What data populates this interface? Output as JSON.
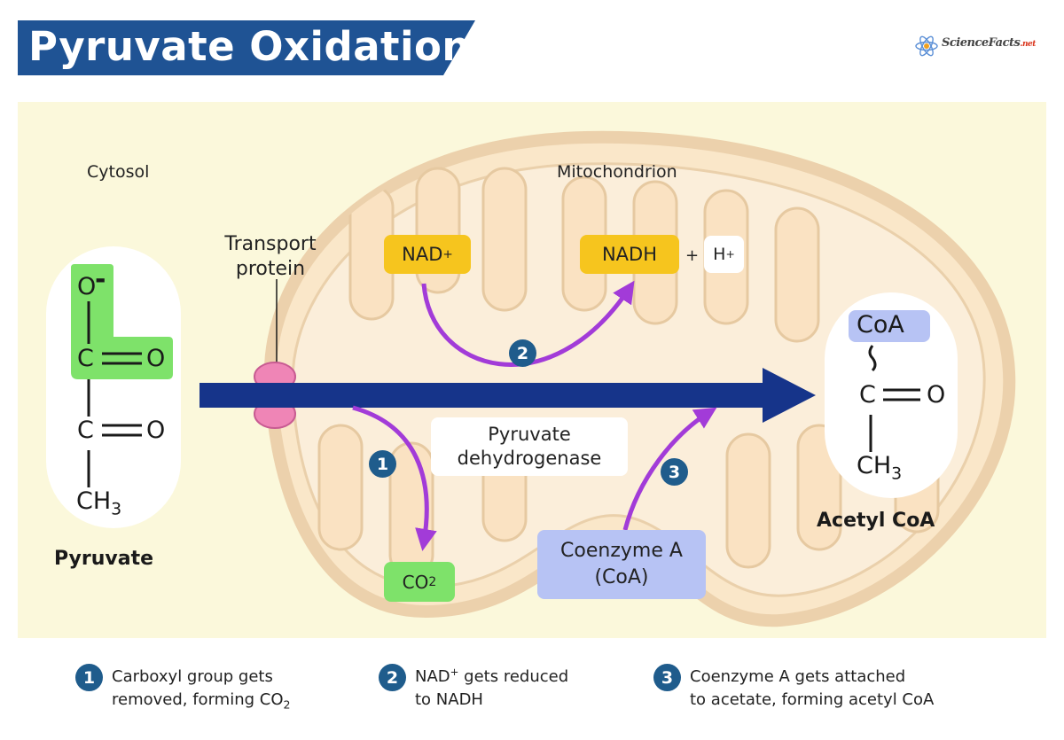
{
  "title": "Pyruvate Oxidation",
  "logo": {
    "name": "ScienceFacts",
    "suffix": ".net",
    "icon": "atom-icon"
  },
  "colors": {
    "title_banner": "#1f5394",
    "panel_bg": "#fbf8db",
    "mitochondrion_fill": "#fae7c9",
    "arrow_main": "#16348a",
    "reaction_arrows": "#a23bd8",
    "badge": "#1f5c8c",
    "transport_protein": "#ef85b6",
    "nad_chip": "#f6c51e",
    "co2_chip": "#7ee26a",
    "coa_chip": "#b7c3f4",
    "carboxyl_highlight": "#7ee26a"
  },
  "regions": {
    "cytosol": "Cytosol",
    "mitochondrion": "Mitochondrion"
  },
  "transport": {
    "line1": "Transport",
    "line2": "protein"
  },
  "pyruvate": {
    "label": "Pyruvate",
    "o_minus": "O",
    "minus": "-",
    "carbon": "C",
    "oxygen": "O",
    "ch3_base": "CH",
    "ch3_sub": "3"
  },
  "acetyl": {
    "label": "Acetyl CoA",
    "coa": "CoA",
    "carbon": "C",
    "oxygen": "O",
    "ch3_base": "CH",
    "ch3_sub": "3"
  },
  "chips": {
    "nad_base": "NAD",
    "nad_sup": "+",
    "nadh": "NADH",
    "plus": "+",
    "h_base": "H",
    "h_sup": "+",
    "co2_base": "CO",
    "co2_sub": "2",
    "coenzyme_line1": "Coenzyme A",
    "coenzyme_line2": "(CoA)"
  },
  "enzyme": {
    "line1": "Pyruvate",
    "line2": "dehydrogenase"
  },
  "steps": [
    "1",
    "2",
    "3"
  ],
  "legend": [
    {
      "number": "1",
      "line1": "Carboxyl group  gets",
      "line2_base": "removed, forming CO",
      "line2_sub": "2"
    },
    {
      "number": "2",
      "line1_base": "NAD",
      "line1_sup": "+",
      "line1_rest": " gets reduced",
      "line2": "to NADH"
    },
    {
      "number": "3",
      "line1": "Coenzyme A gets attached",
      "line2": "to acetate, forming acetyl CoA"
    }
  ]
}
